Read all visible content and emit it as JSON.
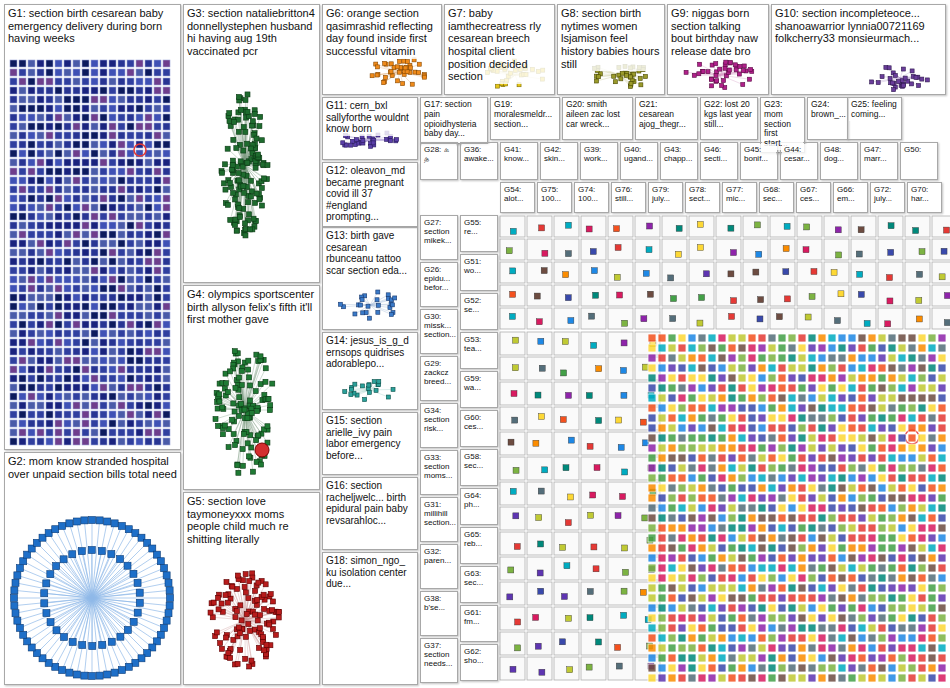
{
  "diagram": {
    "nodes": [
      {
        "text": [
          "G1: section birth cesarean baby emergency delivery during born having weeks"
        ]
      },
      {
        "text": [
          "G2: mom know stranded hospital over unpaid section bills total need"
        ]
      },
      {
        "text": [
          "G3: section nataliebritton4 donnellystephen husband hi having aug 19th vaccinated pcr"
        ]
      },
      {
        "text": [
          "G4: olympics sportscenter birth allyson felix's fifth it'll first mother gave"
        ]
      },
      {
        "text": [
          "G5: section love taymoneyxxx moms people child much re shitting literally"
        ]
      },
      {
        "text": [
          "G6: orange section qasimrashid reflecting day found inside first successful vitamin"
        ]
      },
      {
        "text": [
          "G7: baby iamthecreatress rly cesarean breech hospital client position decided section"
        ]
      },
      {
        "text": [
          "G8: section birth nytimes women lsjamison feel history babies hours still"
        ]
      },
      {
        "text": [
          "G9: niggas born section talking bout birthday naw release date bro"
        ]
      },
      {
        "text": [
          "G10: section incompleteoce... shanoawarrior lynnia00721169 folkcherry33 monsieurmach..."
        ]
      },
      {
        "text": [
          "G11: cern_bxl sallyforthe wouldnt know born"
        ]
      },
      {
        "text": [
          "G12: oleavon_md became pregnant covid ill 37 #england prompting..."
        ]
      },
      {
        "text": [
          "G13: birth gave cesarean rbunceanu tattoo scar section eda..."
        ]
      },
      {
        "text": [
          "G14: jesus_is_g_d ernsops quidrises adorablepo..."
        ]
      },
      {
        "text": [
          "G15: section arielle_ivy pain labor emergency before..."
        ]
      },
      {
        "text": [
          "G16: section racheljwelc... birth epidural pain baby revsarahloc..."
        ]
      },
      {
        "text": [
          "G18: simon_ngo_ ku isolation center due..."
        ]
      },
      {
        "text": [
          "G17: section pain opioidhysteria baby day..."
        ]
      },
      {
        "text": [
          "G19: moralesmeldr... section..."
        ]
      },
      {
        "text": [
          "G20: smith aileen zac lost car wreck..."
        ]
      },
      {
        "text": [
          "G21: cesarean ajog_thegr..."
        ]
      },
      {
        "text": [
          "G22: lost 20 kgs last year still..."
        ]
      },
      {
        "text": [
          "G23: mom section first start..."
        ]
      },
      {
        "text": [
          "G24: brown_..."
        ]
      },
      {
        "text": [
          "G25: feeling coming..."
        ]
      },
      {
        "text": [
          "G28: க த"
        ]
      },
      {
        "text": [
          "G36: awake..."
        ]
      },
      {
        "text": [
          "G41: know..."
        ]
      },
      {
        "text": [
          "G42: skin..."
        ]
      },
      {
        "text": [
          "G39: work..."
        ]
      },
      {
        "text": [
          "G40: ugand..."
        ]
      },
      {
        "text": [
          "G43: chapp..."
        ]
      },
      {
        "text": [
          "G46: secti..."
        ]
      },
      {
        "text": [
          "G45: bonif..."
        ]
      },
      {
        "text": [
          "G44: cesar..."
        ]
      },
      {
        "text": [
          "G48: dog..."
        ]
      },
      {
        "text": [
          "G47: marr..."
        ]
      },
      {
        "text": [
          "G50:"
        ]
      },
      {
        "text": [
          "G54: alot..."
        ]
      },
      {
        "text": [
          "G75: 100..."
        ]
      },
      {
        "text": [
          "G74: 100..."
        ]
      },
      {
        "text": [
          "G76: still..."
        ]
      },
      {
        "text": [
          "G79: july..."
        ]
      },
      {
        "text": [
          "G78: sect..."
        ]
      },
      {
        "text": [
          "G77: mic..."
        ]
      },
      {
        "text": [
          "G68: sec..."
        ]
      },
      {
        "text": [
          "G67: ces..."
        ]
      },
      {
        "text": [
          "G66: em..."
        ]
      },
      {
        "text": [
          "G72: july..."
        ]
      },
      {
        "text": [
          "G70: har..."
        ]
      },
      {
        "text": [
          "G27: section mikek..."
        ]
      },
      {
        "text": [
          "G26: epidu... befor..."
        ]
      },
      {
        "text": [
          "G30: missk... section..."
        ]
      },
      {
        "text": [
          "G29: zackcz breed..."
        ]
      },
      {
        "text": [
          "G34: section risk..."
        ]
      },
      {
        "text": [
          "G33: section moms..."
        ]
      },
      {
        "text": [
          "G31: millihill section..."
        ]
      },
      {
        "text": [
          "G32: paren..."
        ]
      },
      {
        "text": [
          "G38: b'se..."
        ]
      },
      {
        "text": [
          "G37: section needs..."
        ]
      },
      {
        "text": [
          "G55: re..."
        ]
      },
      {
        "text": [
          "G51: wo..."
        ]
      },
      {
        "text": [
          "G52: se..."
        ]
      },
      {
        "text": [
          "G53: tea..."
        ]
      },
      {
        "text": [
          "G59: wa..."
        ]
      },
      {
        "text": [
          "G60: ces..."
        ]
      },
      {
        "text": [
          "G58: sec..."
        ]
      },
      {
        "text": [
          "G64: ph..."
        ]
      },
      {
        "text": [
          "G65: reb..."
        ]
      },
      {
        "text": [
          "G63: sec..."
        ]
      },
      {
        "text": [
          "G61: fm..."
        ]
      },
      {
        "text": [
          "G62: sho..."
        ]
      }
    ]
  }
}
